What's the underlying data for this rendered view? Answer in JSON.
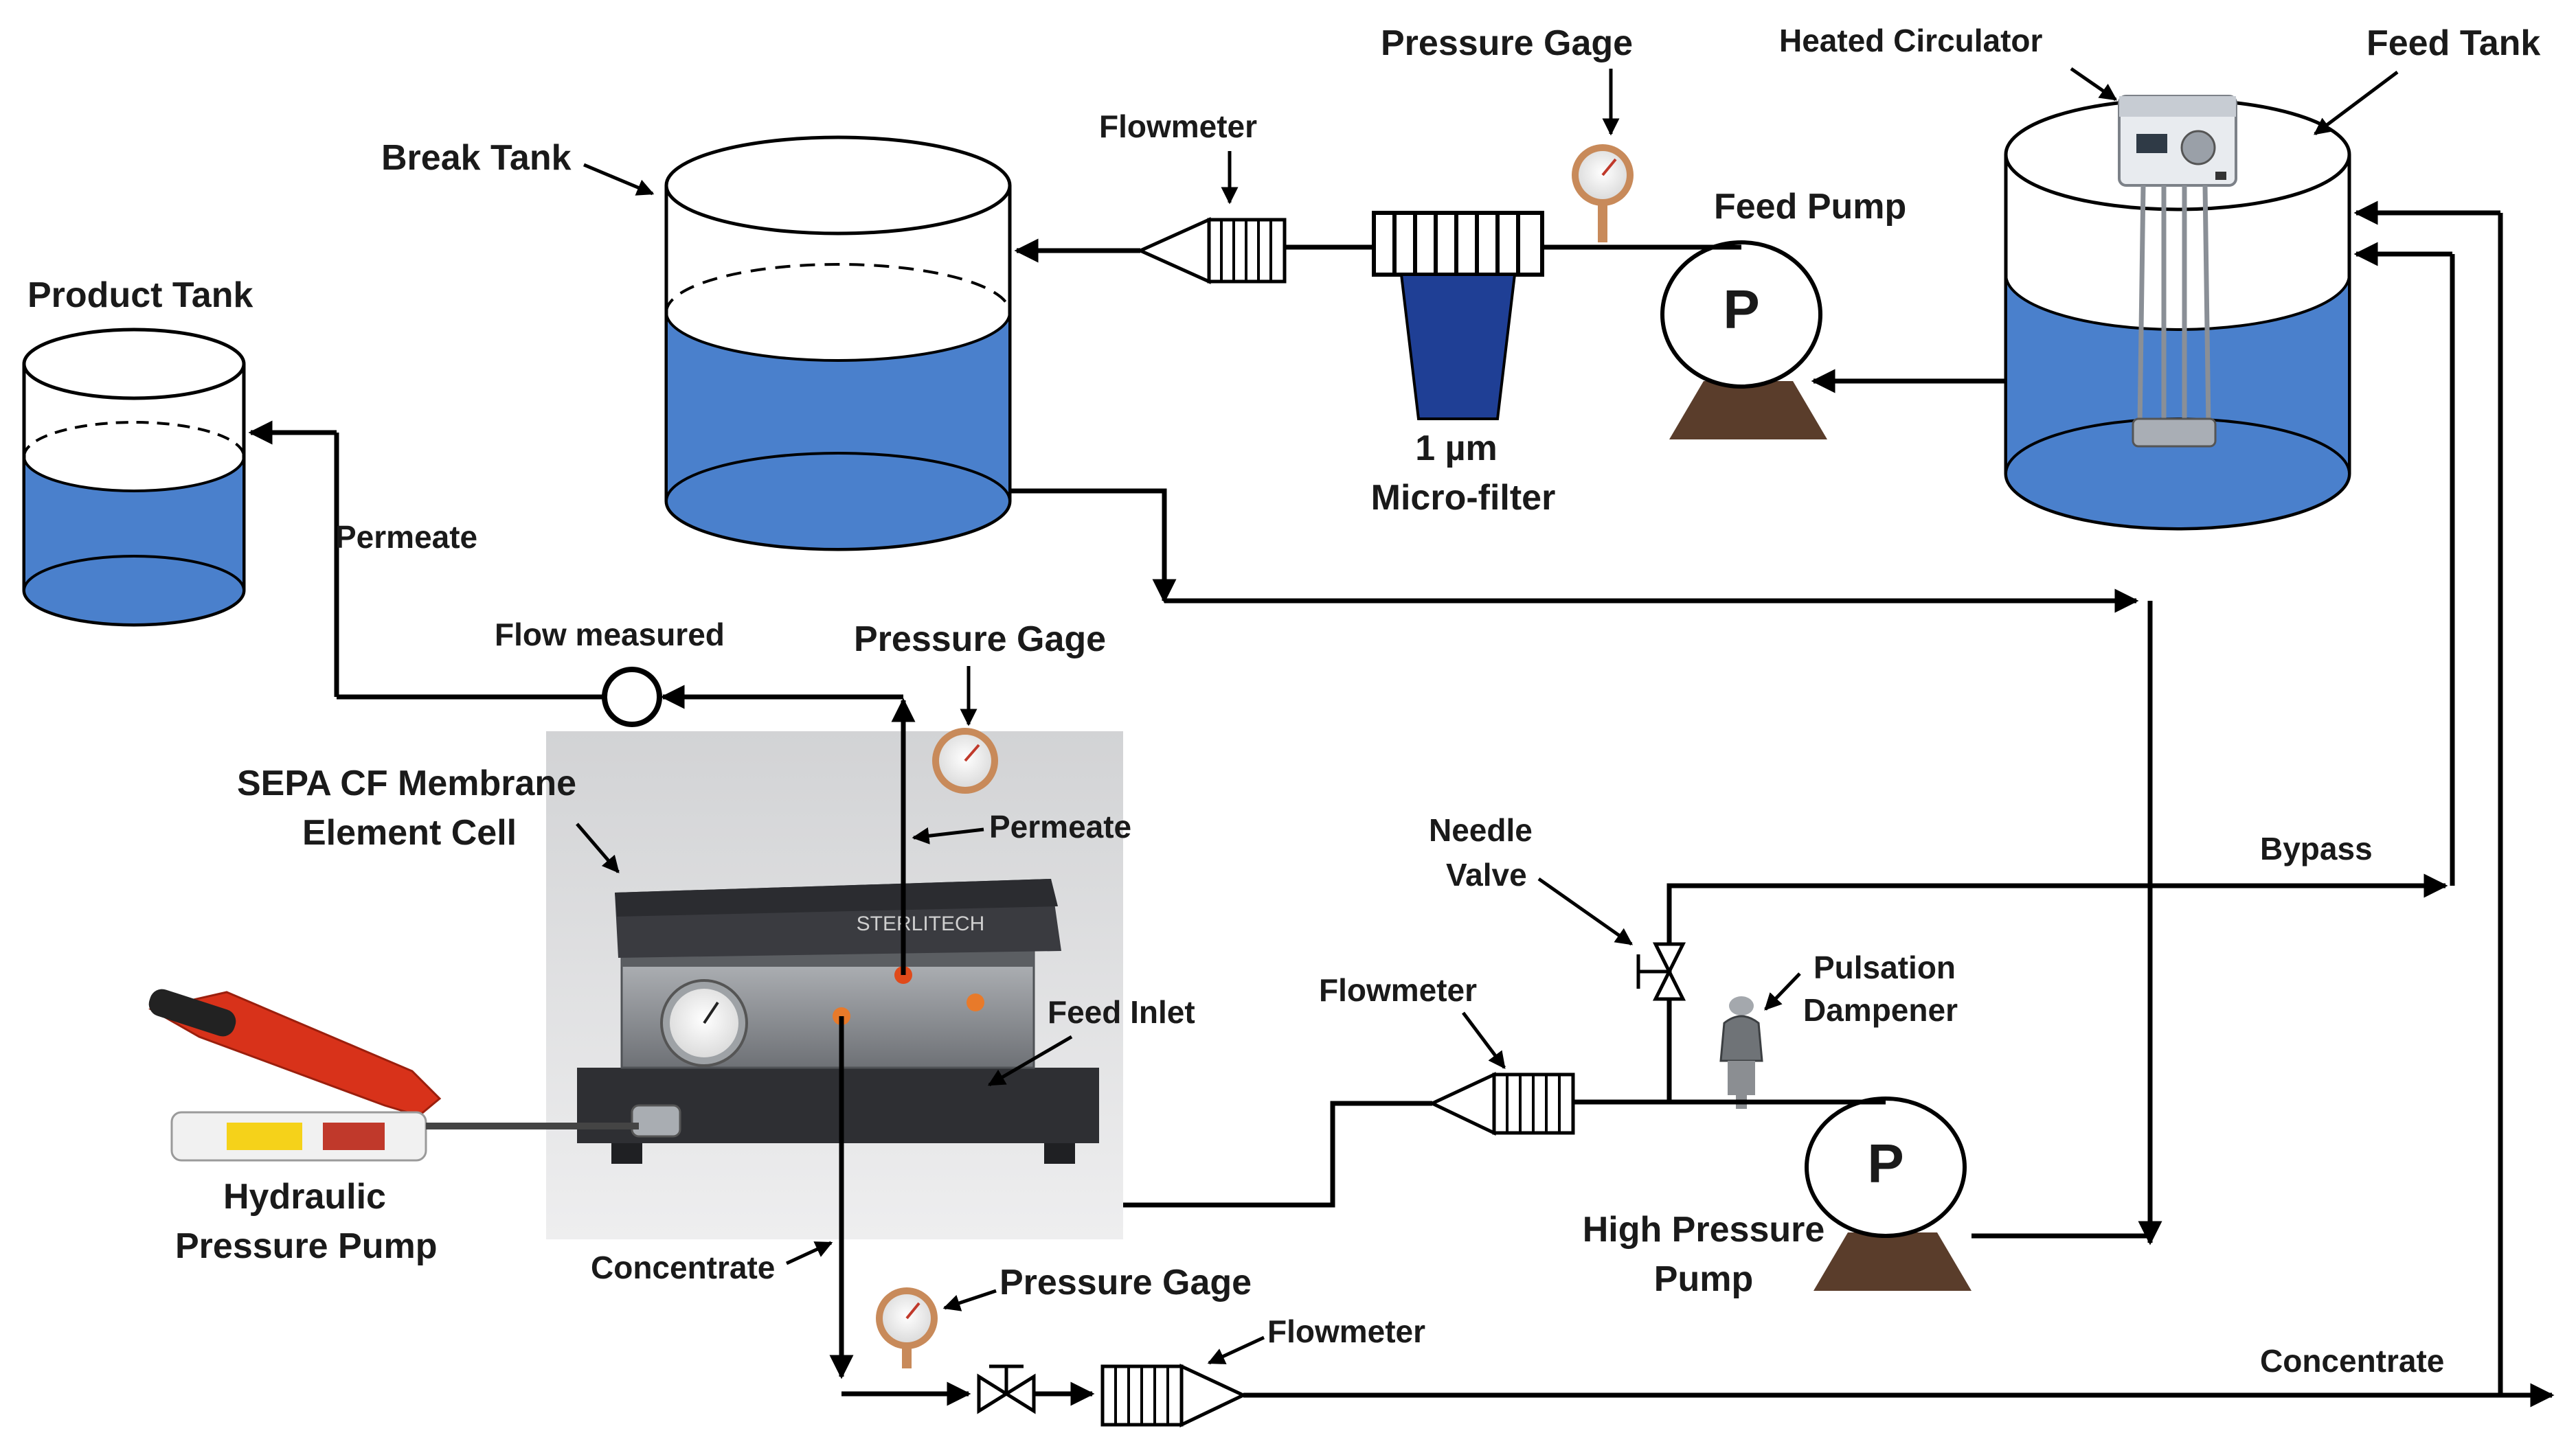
{
  "colors": {
    "water": "#4a80cc",
    "water_dark": "#3b6db3",
    "filter_blue": "#1f3f95",
    "pump_base": "#5a3d2b",
    "gauge_copper": "#c88a5a",
    "handle_red": "#d8321a",
    "cell_dark": "#2e2f33",
    "cell_steel": "#8c8f93",
    "photo_bg": "#c9cacc"
  },
  "labels": {
    "product_tank": "Product Tank",
    "break_tank": "Break Tank",
    "flowmeter_top": "Flowmeter",
    "pressure_gage_top": "Pressure Gage",
    "heated_circulator": "Heated Circulator",
    "feed_tank": "Feed Tank",
    "feed_pump": "Feed Pump",
    "micro_filter_size": "1 µm",
    "micro_filter": "Micro-filter",
    "permeate_left": "Permeate",
    "flow_measured": "Flow measured",
    "pressure_gage_mid": "Pressure Gage",
    "sepa_line1": "SEPA CF Membrane",
    "sepa_line2": "Element Cell",
    "permeate_cell": "Permeate",
    "feed_inlet": "Feed Inlet",
    "needle_valve_1": "Needle",
    "needle_valve_2": "Valve",
    "bypass": "Bypass",
    "pulsation_1": "Pulsation",
    "pulsation_2": "Dampener",
    "flowmeter_mid": "Flowmeter",
    "hydraulic_1": "Hydraulic",
    "hydraulic_2": "Pressure Pump",
    "high_pressure_1": "High Pressure",
    "high_pressure_2": "Pump",
    "concentrate_left": "Concentrate",
    "pressure_gage_bottom": "Pressure Gage",
    "flowmeter_bottom": "Flowmeter",
    "concentrate_right": "Concentrate",
    "pump_symbol": "P",
    "cell_brand": "STERLITECH"
  }
}
